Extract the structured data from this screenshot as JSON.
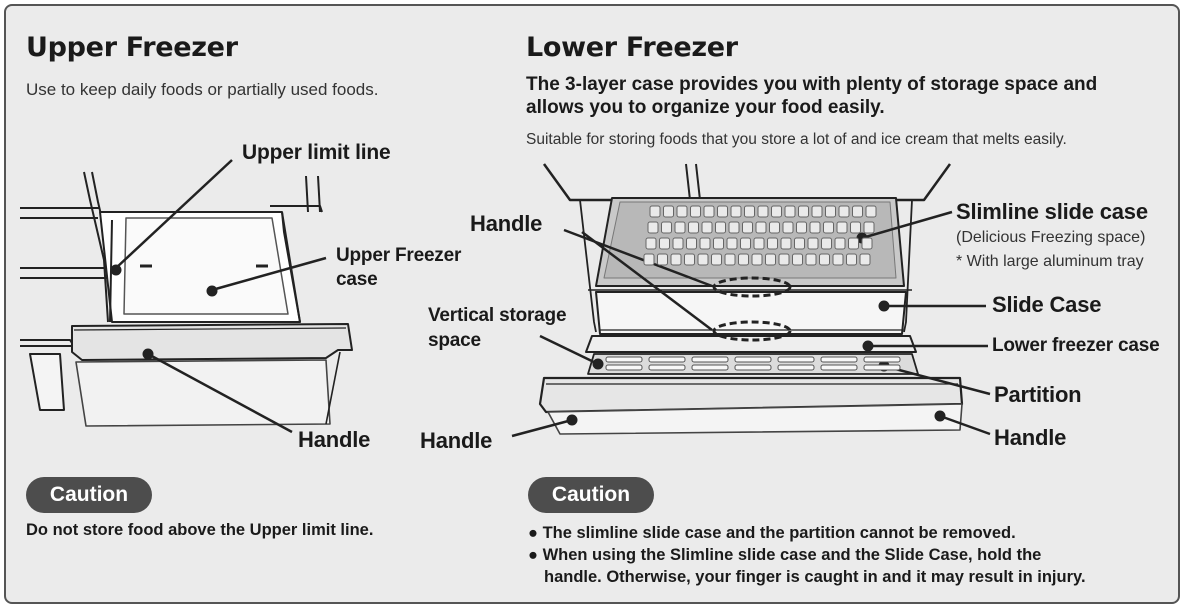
{
  "upper": {
    "title": "Upper Freezer",
    "description": "Use to keep daily foods or partially used foods.",
    "labels": {
      "upper_limit_line": "Upper limit line",
      "upper_freezer_case_line1": "Upper Freezer",
      "upper_freezer_case_line2": "case",
      "handle": "Handle"
    },
    "caution": {
      "badge": "Caution",
      "text": "Do not store food above the Upper limit line."
    }
  },
  "lower": {
    "title": "Lower Freezer",
    "subtitle_line1": "The 3-layer case provides you with plenty of storage space and",
    "subtitle_line2": "allows you to organize your food easily.",
    "note": "Suitable for storing foods that you store a lot of and ice cream that melts easily.",
    "labels": {
      "handle_top": "Handle",
      "slimline_slide_case": "Slimline slide case",
      "delicious_freezing": "(Delicious Freezing space)",
      "aluminum_tray": "* With large aluminum tray",
      "slide_case": "Slide Case",
      "vertical_storage_line1": "Vertical storage",
      "vertical_storage_line2": "space",
      "lower_freezer_case": "Lower freezer case",
      "partition": "Partition",
      "handle_left": "Handle",
      "handle_right": "Handle"
    },
    "caution": {
      "badge": "Caution",
      "bullet1": "The slimline slide case and the partition cannot be removed.",
      "bullet2_line1": "When using the Slimline slide case and the Slide Case, hold the",
      "bullet2_line2": "handle. Otherwise, your finger is caught in and it may result in injury."
    }
  },
  "colors": {
    "panel_background": "#ebebeb",
    "panel_border": "#555555",
    "caution_badge": "#4d4d4d",
    "text": "#1a1a1a"
  }
}
